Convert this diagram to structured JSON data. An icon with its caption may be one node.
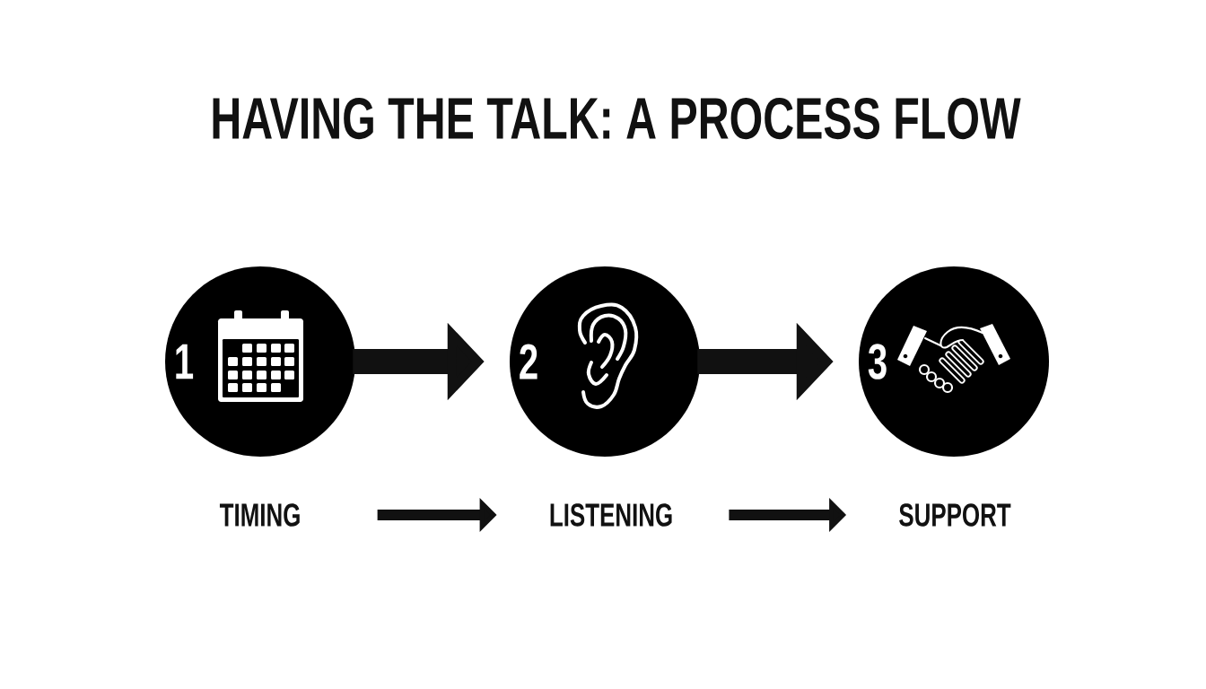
{
  "diagram": {
    "title": "HAVING THE TALK: A PROCESS FLOW",
    "nodes": [
      {
        "text": [
          "1"
        ]
      },
      {
        "text": [
          "2"
        ]
      },
      {
        "text": [
          "3"
        ]
      },
      {
        "text": [
          "TIMING"
        ]
      },
      {
        "text": [
          "LISTENING"
        ]
      },
      {
        "text": [
          "SUPPORT"
        ]
      }
    ],
    "edges": [
      {
        "from": 0,
        "to": 1,
        "arrow": "to",
        "style": "thick"
      },
      {
        "from": 1,
        "to": 2,
        "arrow": "to",
        "style": "thick"
      },
      {
        "from": 3,
        "to": 4,
        "arrow": "to"
      },
      {
        "from": 4,
        "to": 5,
        "arrow": "to"
      }
    ]
  }
}
